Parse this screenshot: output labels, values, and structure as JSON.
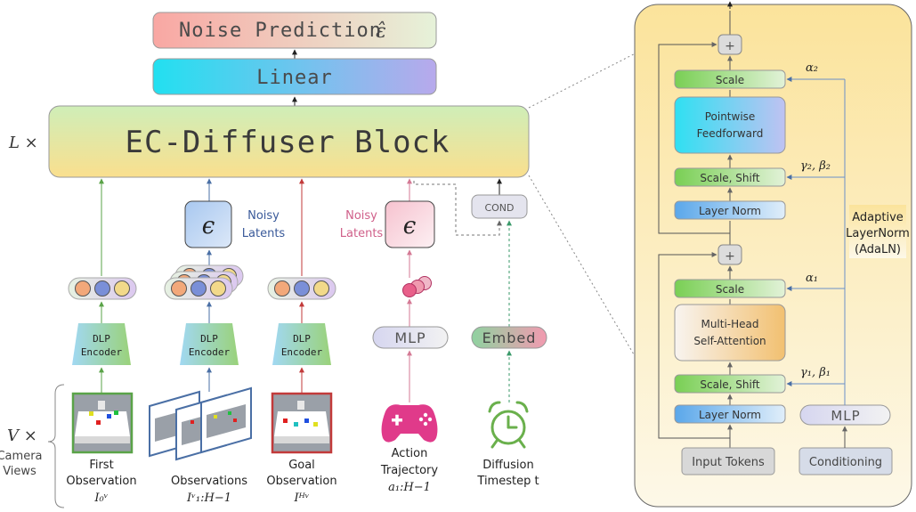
{
  "top": {
    "noise_prediction": "Noise Prediction",
    "epsilon_hat": "ε̂",
    "linear": "Linear",
    "block": "EC-Diffuser Block",
    "l_times": "L ×"
  },
  "left": {
    "v_times": "V ×",
    "camera_views": [
      "Camera",
      "Views"
    ]
  },
  "columns": {
    "first": {
      "encoder": [
        "DLP",
        "Encoder"
      ],
      "label": [
        "First",
        "Observation"
      ],
      "symbol": "I₀ᵛ"
    },
    "observations": {
      "encoder": [
        "DLP",
        "Encoder"
      ],
      "label": "Observations",
      "symbol": "Iᵛ₁:H−1",
      "epsilon": "ϵ",
      "noisy": [
        "Noisy",
        "Latents"
      ]
    },
    "goal": {
      "encoder": [
        "DLP",
        "Encoder"
      ],
      "label": [
        "Goal",
        "Observation"
      ],
      "symbol": "Iᴴᵛ"
    },
    "action": {
      "mlp": "MLP",
      "label": [
        "Action",
        "Trajectory"
      ],
      "symbol": "a₁:H−1",
      "epsilon": "ϵ",
      "noisy": [
        "Noisy",
        "Latents"
      ]
    },
    "diffusion": {
      "embed": "Embed",
      "cond": "COND",
      "label": [
        "Diffusion",
        "Timestep t"
      ]
    }
  },
  "detail": {
    "scale_top": "Scale",
    "alpha2": "α₂",
    "pointwise": [
      "Pointwise",
      "Feedforward"
    ],
    "scale_shift_top": "Scale, Shift",
    "gamma2_beta2": "γ₂, β₂",
    "layer_norm_top": "Layer Norm",
    "adaptive": [
      "Adaptive",
      "LayerNorm",
      "(AdaLN)"
    ],
    "plus": "+",
    "scale_bottom": "Scale",
    "alpha1": "α₁",
    "attention": [
      "Multi-Head",
      "Self-Attention"
    ],
    "scale_shift_bottom": "Scale, Shift",
    "gamma1_beta1": "γ₁, β₁",
    "layer_norm_bottom": "Layer Norm",
    "mlp": "MLP",
    "input_tokens": "Input Tokens",
    "conditioning": "Conditioning"
  }
}
